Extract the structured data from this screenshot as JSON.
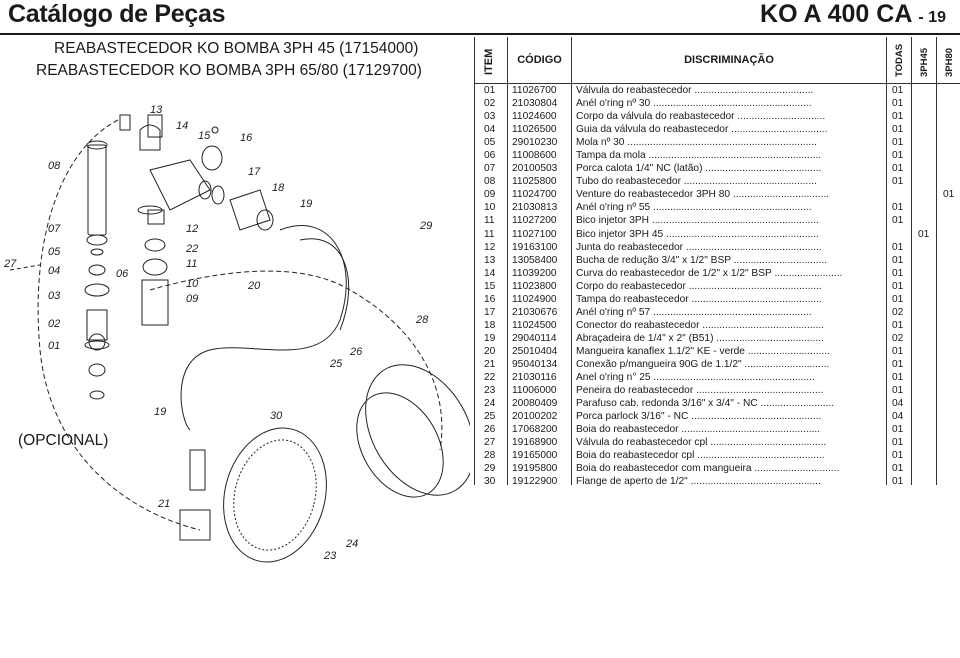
{
  "header": {
    "title": "Catálogo de Peças",
    "model": "KO A 400 CA",
    "page": "- 19"
  },
  "subtitle": {
    "line1": "REABASTECEDOR KO BOMBA 3PH 45 (17154000)",
    "line2": "REABASTECEDOR KO BOMBA 3PH 65/80 (17129700)"
  },
  "optional_label": "(OPCIONAL)",
  "table": {
    "headers": {
      "item": "ITEM",
      "codigo": "CÓDIGO",
      "discriminacao": "DISCRIMINAÇÃO",
      "todas": "TODAS",
      "ph45": "3PH45",
      "ph80": "3PH80"
    },
    "rows": [
      {
        "item": "01",
        "codigo": "11026700",
        "desc": "Válvula do reabastecedor ..........................................",
        "todas": "01",
        "ph45": "",
        "ph80": ""
      },
      {
        "item": "02",
        "codigo": "21030804",
        "desc": "Anél o'ring nº 30 ........................................................",
        "todas": "01",
        "ph45": "",
        "ph80": ""
      },
      {
        "item": "03",
        "codigo": "11024600",
        "desc": "Corpo da válvula do reabastecedor ...............................",
        "todas": "01",
        "ph45": "",
        "ph80": ""
      },
      {
        "item": "04",
        "codigo": "11026500",
        "desc": "Guia da válvula do reabastecedor ..................................",
        "todas": "01",
        "ph45": "",
        "ph80": ""
      },
      {
        "item": "05",
        "codigo": "29010230",
        "desc": "Mola nº 30 ...................................................................",
        "todas": "01",
        "ph45": "",
        "ph80": ""
      },
      {
        "item": "06",
        "codigo": "11008600",
        "desc": "Tampa da mola .............................................................",
        "todas": "01",
        "ph45": "",
        "ph80": ""
      },
      {
        "item": "07",
        "codigo": "20100503",
        "desc": "Porca calota 1/4\" NC (latão) .........................................",
        "todas": "01",
        "ph45": "",
        "ph80": ""
      },
      {
        "item": "08",
        "codigo": "11025800",
        "desc": "Tubo do reabastecedor ...............................................",
        "todas": "01",
        "ph45": "",
        "ph80": ""
      },
      {
        "item": "09",
        "codigo": "11024700",
        "desc": "Venture do reabastecedor 3PH 80 ..................................",
        "todas": "",
        "ph45": "",
        "ph80": "01"
      },
      {
        "item": "10",
        "codigo": "21030813",
        "desc": "Anél o'ring nº 55 ........................................................",
        "todas": "01",
        "ph45": "",
        "ph80": ""
      },
      {
        "item": "11",
        "codigo": "11027200",
        "desc": "Bico injetor 3PH ...........................................................",
        "todas": "01",
        "ph45": "",
        "ph80": ""
      },
      {
        "item": "11",
        "codigo": "11027100",
        "desc": "Bico injetor 3PH 45 ......................................................",
        "todas": "",
        "ph45": "01",
        "ph80": ""
      },
      {
        "item": "12",
        "codigo": "19163100",
        "desc": "Junta do reabastecedor ................................................",
        "todas": "01",
        "ph45": "",
        "ph80": ""
      },
      {
        "item": "13",
        "codigo": "13058400",
        "desc": "Bucha de redução 3/4\" x 1/2\" BSP .................................",
        "todas": "01",
        "ph45": "",
        "ph80": ""
      },
      {
        "item": "14",
        "codigo": "11039200",
        "desc": "Curva do reabastecedor de 1/2\" x 1/2\" BSP ........................",
        "todas": "01",
        "ph45": "",
        "ph80": ""
      },
      {
        "item": "15",
        "codigo": "11023800",
        "desc": "Corpo do reabastecedor ...............................................",
        "todas": "01",
        "ph45": "",
        "ph80": ""
      },
      {
        "item": "16",
        "codigo": "11024900",
        "desc": "Tampa do reabastecedor ..............................................",
        "todas": "01",
        "ph45": "",
        "ph80": ""
      },
      {
        "item": "17",
        "codigo": "21030676",
        "desc": "Anél o'ring nº 57 ........................................................",
        "todas": "02",
        "ph45": "",
        "ph80": ""
      },
      {
        "item": "18",
        "codigo": "11024500",
        "desc": "Conector do reabastecedor ...........................................",
        "todas": "01",
        "ph45": "",
        "ph80": ""
      },
      {
        "item": "19",
        "codigo": "29040114",
        "desc": "Abraçadeira de 1/4\" x 2\" (B51) ......................................",
        "todas": "02",
        "ph45": "",
        "ph80": ""
      },
      {
        "item": "20",
        "codigo": "25010404",
        "desc": "Mangueira kanaflex 1.1/2\" KE - verde .............................",
        "todas": "01",
        "ph45": "",
        "ph80": ""
      },
      {
        "item": "21",
        "codigo": "95040134",
        "desc": "Conexão p/mangueira 90G de 1.1/2\" ..............................",
        "todas": "01",
        "ph45": "",
        "ph80": ""
      },
      {
        "item": "22",
        "codigo": "21030116",
        "desc": "Anel o'ring n° 25 .........................................................",
        "todas": "01",
        "ph45": "",
        "ph80": ""
      },
      {
        "item": "23",
        "codigo": "11006000",
        "desc": "Peneira do reabastecedor .............................................",
        "todas": "01",
        "ph45": "",
        "ph80": ""
      },
      {
        "item": "24",
        "codigo": "20080409",
        "desc": "Parafuso cab. redonda 3/16\" x 3/4\" - NC ..........................",
        "todas": "04",
        "ph45": "",
        "ph80": ""
      },
      {
        "item": "25",
        "codigo": "20100202",
        "desc": "Porca parlock 3/16\" - NC ..............................................",
        "todas": "04",
        "ph45": "",
        "ph80": ""
      },
      {
        "item": "26",
        "codigo": "17068200",
        "desc": "Boia do reabastecedor .................................................",
        "todas": "01",
        "ph45": "",
        "ph80": ""
      },
      {
        "item": "27",
        "codigo": "19168900",
        "desc": "Válvula do reabastecedor cpl .........................................",
        "todas": "01",
        "ph45": "",
        "ph80": ""
      },
      {
        "item": "28",
        "codigo": "19165000",
        "desc": "Boia do reabastecedor cpl .............................................",
        "todas": "01",
        "ph45": "",
        "ph80": ""
      },
      {
        "item": "29",
        "codigo": "19195800",
        "desc": "Boia do reabastecedor com mangueira ..............................",
        "todas": "01",
        "ph45": "",
        "ph80": ""
      },
      {
        "item": "30",
        "codigo": "19122900",
        "desc": "Flange de aperto de 1/2\" ..............................................",
        "todas": "01",
        "ph45": "",
        "ph80": ""
      }
    ]
  },
  "diagram": {
    "callouts": [
      "13",
      "14",
      "15",
      "16",
      "08",
      "17",
      "18",
      "19",
      "07",
      "12",
      "29",
      "05",
      "22",
      "27",
      "04",
      "06",
      "11",
      "10",
      "20",
      "03",
      "09",
      "28",
      "02",
      "01",
      "26",
      "25",
      "19",
      "30",
      "21",
      "24",
      "23"
    ]
  }
}
